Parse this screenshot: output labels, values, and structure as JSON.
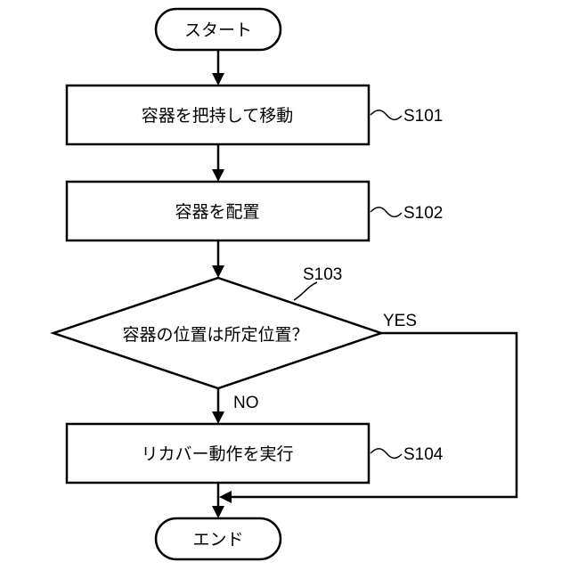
{
  "flowchart": {
    "start": {
      "label": "スタート"
    },
    "end": {
      "label": "エンド"
    },
    "steps": [
      {
        "id": "S101",
        "label": "容器を把持して移動"
      },
      {
        "id": "S102",
        "label": "容器を配置"
      },
      {
        "id": "S103",
        "label": "容器の位置は所定位置？"
      },
      {
        "id": "S104",
        "label": "リカバー動作を実行"
      }
    ],
    "branches": {
      "yes": "YES",
      "no": "NO"
    }
  }
}
